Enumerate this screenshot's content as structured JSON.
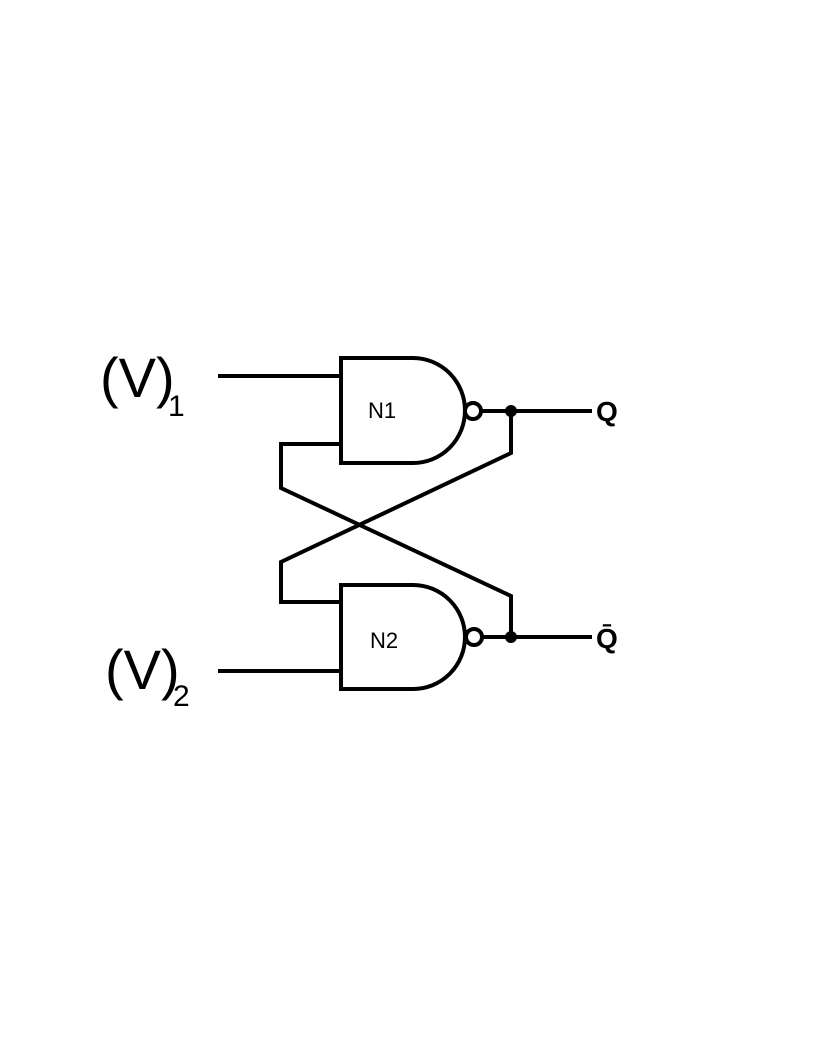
{
  "inputs": {
    "v1": {
      "label": "(V)",
      "subscript": "1"
    },
    "v2": {
      "label": "(V)",
      "subscript": "2"
    }
  },
  "gates": {
    "n1": {
      "label": "N1",
      "type": "NAND"
    },
    "n2": {
      "label": "N2",
      "type": "NAND"
    }
  },
  "outputs": {
    "q": {
      "label": "Q"
    },
    "q_bar": {
      "label": "Q̄"
    }
  },
  "colors": {
    "stroke": "#000000",
    "background": "#ffffff"
  }
}
